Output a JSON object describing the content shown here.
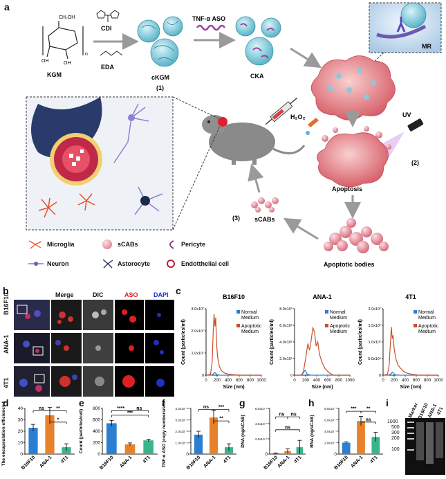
{
  "panel_labels": {
    "a": "a",
    "b": "b",
    "c": "c",
    "d": "d",
    "e": "e",
    "f": "f",
    "g": "g",
    "h": "h",
    "i": "i"
  },
  "schematic": {
    "kgm": "KGM",
    "kgm_chain": "CH₂OH",
    "kgm_oh1": "OH",
    "kgm_oh2": "OH",
    "kgm_n": "n",
    "cdi": "CDI",
    "eda": "EDA",
    "ckgm": "cKGM",
    "step1": "(1)",
    "tnf_aso": "TNF-α ASO",
    "cka": "CKA",
    "mr": "MR",
    "h2o2": "H₂O₂",
    "uv": "UV",
    "step2": "(2)",
    "apoptosis": "Apoptosis",
    "apoptotic_bodies": "Apoptotic bodies",
    "scabs": "sCABs",
    "step3": "(3)"
  },
  "legend": [
    {
      "label": "Microglia",
      "color": "#e8502a"
    },
    {
      "label": "sCABs",
      "color": "#e07a8a"
    },
    {
      "label": "Pericyte",
      "color": "#8a3a8a"
    },
    {
      "label": "Neuron",
      "color": "#6a5ab0"
    },
    {
      "label": "Astorocyte",
      "color": "#1a2a4a"
    },
    {
      "label": "Endotthelial cell",
      "color": "#b02040"
    }
  ],
  "microscopy": {
    "columns": [
      "Merge",
      "DIC",
      "ASO",
      "DAPI"
    ],
    "column_colors": {
      "Merge": "#111111",
      "DIC": "#111111",
      "ASO": "#e02020",
      "DAPI": "#2030d0"
    },
    "rows": [
      "B16F10",
      "ANA-1",
      "4T1"
    ]
  },
  "chart_data": [
    {
      "type": "line",
      "panel": "c",
      "title": "B16F10",
      "xlabel": "Size (nm)",
      "ylabel": "Count (particles/ml)",
      "xlim": [
        0,
        1000
      ],
      "ylim": [
        0,
        30000000
      ],
      "xticks": [
        "0",
        "200",
        "400",
        "600",
        "800",
        "1000"
      ],
      "yticks": [
        "0",
        "1.0x10⁷",
        "2.0x10⁷",
        "3.0x10⁷"
      ],
      "series": [
        {
          "name": "Normal Medium",
          "color": "#2c7fd0",
          "x": [
            0,
            100,
            130,
            160,
            200,
            260,
            400,
            1000
          ],
          "y": [
            0,
            0,
            600000,
            1200000,
            200000,
            0,
            0,
            0
          ]
        },
        {
          "name": "Apoptotic Medium",
          "color": "#c8502a",
          "x": [
            0,
            80,
            110,
            130,
            145,
            160,
            175,
            190,
            210,
            240,
            280,
            330,
            400,
            500,
            600,
            1000
          ],
          "y": [
            0,
            300000,
            6000000,
            20000000,
            27500000,
            22000000,
            26000000,
            14000000,
            8000000,
            4000000,
            2000000,
            1000000,
            500000,
            200000,
            0,
            0
          ]
        }
      ]
    },
    {
      "type": "line",
      "panel": "c",
      "title": "ANA-1",
      "xlabel": "Size (nm)",
      "ylabel": "Count (particles/ml)",
      "xlim": [
        0,
        1000
      ],
      "ylim": [
        0,
        8000000
      ],
      "xticks": [
        "0",
        "200",
        "400",
        "600",
        "800",
        "1000"
      ],
      "yticks": [
        "0",
        "2.0x10⁶",
        "4.0x10⁶",
        "6.0x10⁶",
        "8.0x10⁶"
      ],
      "series": [
        {
          "name": "Normal Medium",
          "color": "#2c7fd0",
          "x": [
            0,
            120,
            160,
            190,
            230,
            300,
            1000
          ],
          "y": [
            0,
            0,
            300000,
            600000,
            100000,
            0,
            0
          ]
        },
        {
          "name": "Apoptotic Medium",
          "color": "#c8502a",
          "x": [
            0,
            120,
            160,
            200,
            240,
            270,
            300,
            330,
            360,
            390,
            420,
            450,
            500,
            550,
            620,
            700,
            1000
          ],
          "y": [
            0,
            0,
            400000,
            2000000,
            3800000,
            3000000,
            4200000,
            5700000,
            5200000,
            3500000,
            4000000,
            2500000,
            1500000,
            800000,
            300000,
            0,
            0
          ]
        }
      ]
    },
    {
      "type": "line",
      "panel": "c",
      "title": "4T1",
      "xlabel": "Size (nm)",
      "ylabel": "Count (particles/ml)",
      "xlim": [
        0,
        1000
      ],
      "ylim": [
        0,
        20000000
      ],
      "xticks": [
        "0",
        "200",
        "400",
        "600",
        "800",
        "1000"
      ],
      "yticks": [
        "0",
        "5.0x10⁶",
        "1.0x10⁷",
        "1.5x10⁷",
        "2.0x10⁷"
      ],
      "series": [
        {
          "name": "Normal Medium",
          "color": "#2c7fd0",
          "x": [
            0,
            100,
            140,
            170,
            220,
            300,
            1000
          ],
          "y": [
            0,
            0,
            400000,
            900000,
            100000,
            0,
            0
          ]
        },
        {
          "name": "Apoptotic Medium",
          "color": "#c8502a",
          "x": [
            0,
            80,
            110,
            130,
            150,
            165,
            180,
            200,
            230,
            270,
            320,
            380,
            450,
            550,
            650,
            1000
          ],
          "y": [
            0,
            200000,
            3000000,
            9000000,
            14500000,
            11000000,
            12000000,
            8000000,
            5000000,
            3000000,
            2000000,
            1000000,
            500000,
            200000,
            0,
            0
          ]
        }
      ]
    },
    {
      "type": "bar",
      "panel": "d",
      "ylabel": "The encapsulation efficiency (%)",
      "categories": [
        "B16F10",
        "ANA-1",
        "4T1"
      ],
      "values": [
        23,
        34,
        6
      ],
      "errors": [
        3,
        7,
        3
      ],
      "colors": [
        "#2c7fd0",
        "#e8822a",
        "#3cb38a"
      ],
      "ylim": [
        0,
        40
      ],
      "yticks": [
        "0",
        "10",
        "20",
        "30",
        "40"
      ],
      "significance": [
        {
          "from": 0,
          "to": 1,
          "label": "ns",
          "level": 38
        },
        {
          "from": 1,
          "to": 2,
          "label": "**",
          "level": 38
        },
        {
          "from": 1,
          "to": 2,
          "label": "*",
          "level": 28
        }
      ]
    },
    {
      "type": "bar",
      "panel": "e",
      "ylabel": "Count (particles/cell)",
      "categories": [
        "B16F10",
        "ANA-1",
        "4T1"
      ],
      "values": [
        540,
        170,
        240
      ],
      "errors": [
        50,
        25,
        20
      ],
      "colors": [
        "#2c7fd0",
        "#e8822a",
        "#3cb38a"
      ],
      "ylim": [
        0,
        800
      ],
      "yticks": [
        "0",
        "200",
        "400",
        "600",
        "800"
      ],
      "significance": [
        {
          "from": 0,
          "to": 1,
          "label": "****",
          "level": 760
        },
        {
          "from": 1,
          "to": 2,
          "label": "ns",
          "level": 760
        },
        {
          "from": 0,
          "to": 2,
          "label": "***",
          "level": 680
        }
      ]
    },
    {
      "type": "bar",
      "panel": "f",
      "ylabel": "TNF-α ASO (copy numbers/sCAB)",
      "categories": [
        "B16F10",
        "ANA-1",
        "4T1"
      ],
      "values": [
        1.7e-16,
        3.2e-16,
        6e-17
      ],
      "errors": [
        3e-17,
        6e-17,
        3e-17
      ],
      "colors": [
        "#2c7fd0",
        "#e8822a",
        "#3cb38a"
      ],
      "ylim": [
        0,
        4e-16
      ],
      "yticks": [
        "0",
        "1.0x10⁻¹⁶",
        "2.0x10⁻¹⁶",
        "3.0x10⁻¹⁶",
        "4.0x10⁻¹⁶"
      ],
      "significance": [
        {
          "from": 0,
          "to": 1,
          "label": "ns",
          "level": 3.9e-16
        },
        {
          "from": 1,
          "to": 2,
          "label": "***",
          "level": 3.9e-16
        },
        {
          "from": 1,
          "to": 2,
          "label": "**",
          "level": 2.9e-16
        }
      ]
    },
    {
      "type": "bar",
      "panel": "g",
      "ylabel": "DNA (ng/sCAB)",
      "categories": [
        "B16F10",
        "ANA-1",
        "4T1"
      ],
      "values": [
        1e-09,
        4e-09,
        9e-09
      ],
      "errors": [
        5e-10,
        3e-09,
        9e-09
      ],
      "colors": [
        "#2c7fd0",
        "#e8822a",
        "#3cb38a"
      ],
      "ylim": [
        0,
        6e-08
      ],
      "yticks": [
        "0",
        "2.0x10⁻⁸",
        "4.0x10⁻⁸",
        "6.0x10⁻⁸"
      ],
      "significance": [
        {
          "from": 0,
          "to": 1,
          "label": "ns",
          "level": 4.9e-08
        },
        {
          "from": 1,
          "to": 2,
          "label": "ns",
          "level": 4.9e-08
        },
        {
          "from": 0,
          "to": 2,
          "label": "ns",
          "level": 3.2e-08
        }
      ]
    },
    {
      "type": "bar",
      "panel": "h",
      "ylabel": "RNA (ng/sCAB)",
      "categories": [
        "B16F10",
        "ANA-1",
        "4T1"
      ],
      "values": [
        2e-07,
        5.8e-07,
        3e-07
      ],
      "errors": [
        1.5e-08,
        8e-08,
        8e-08
      ],
      "colors": [
        "#2c7fd0",
        "#e8822a",
        "#3cb38a"
      ],
      "ylim": [
        0,
        8e-07
      ],
      "yticks": [
        "0",
        "2.0x10⁻⁷",
        "4.0x10⁻⁷",
        "6.0x10⁻⁷",
        "8.0x10⁻⁷"
      ],
      "significance": [
        {
          "from": 0,
          "to": 1,
          "label": "***",
          "level": 7.5e-07
        },
        {
          "from": 1,
          "to": 2,
          "label": "**",
          "level": 7.5e-07
        },
        {
          "from": 1,
          "to": 2,
          "label": "ns",
          "level": 5.6e-07
        }
      ]
    }
  ],
  "gel": {
    "lanes": [
      "Marker",
      "B16F10",
      "ANA-1",
      "4T1"
    ],
    "ladder": [
      "1000",
      "500",
      "300",
      "200",
      "100"
    ]
  }
}
